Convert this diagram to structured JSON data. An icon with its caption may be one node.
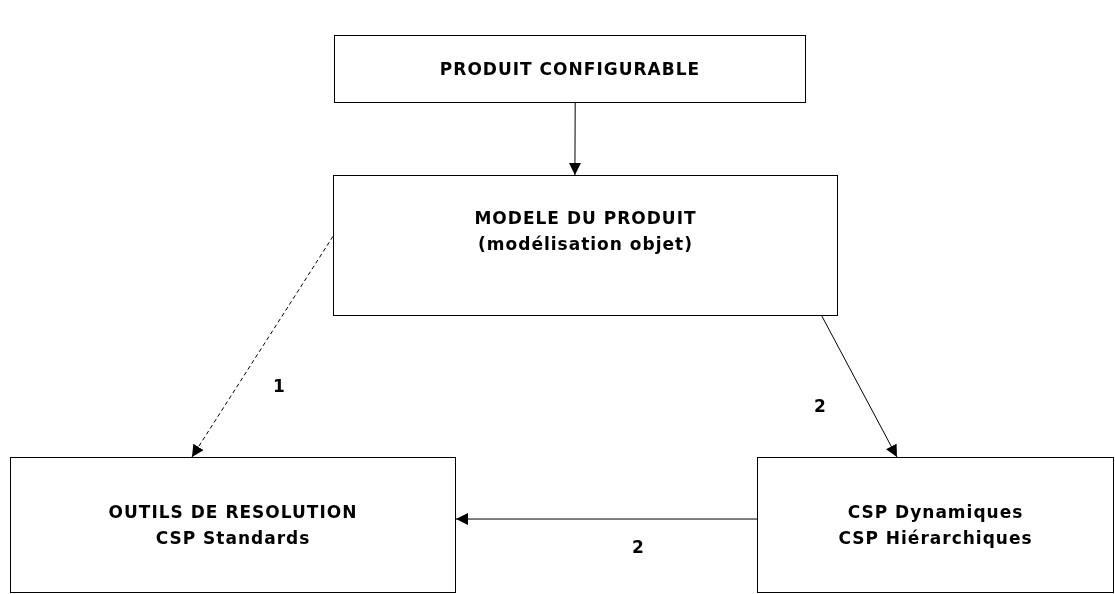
{
  "diagram": {
    "nodes": [
      {
        "text": [
          "PRODUIT CONFIGURABLE"
        ]
      },
      {
        "text": [
          "MODELE DU PRODUIT",
          "(modélisation objet)"
        ]
      },
      {
        "text": [
          "OUTILS DE RESOLUTION",
          "CSP Standards"
        ]
      },
      {
        "text": [
          "CSP Dynamiques",
          "CSP Hiérarchiques"
        ]
      }
    ],
    "edges": [
      {
        "from": 0,
        "to": 1,
        "arrow": "to"
      },
      {
        "from": 1,
        "to": 2,
        "arrow": "to",
        "style": "dashed",
        "label": "1"
      },
      {
        "from": 1,
        "to": 3,
        "arrow": "to",
        "label": "2"
      },
      {
        "from": 3,
        "to": 2,
        "arrow": "to",
        "label": "2"
      }
    ]
  }
}
